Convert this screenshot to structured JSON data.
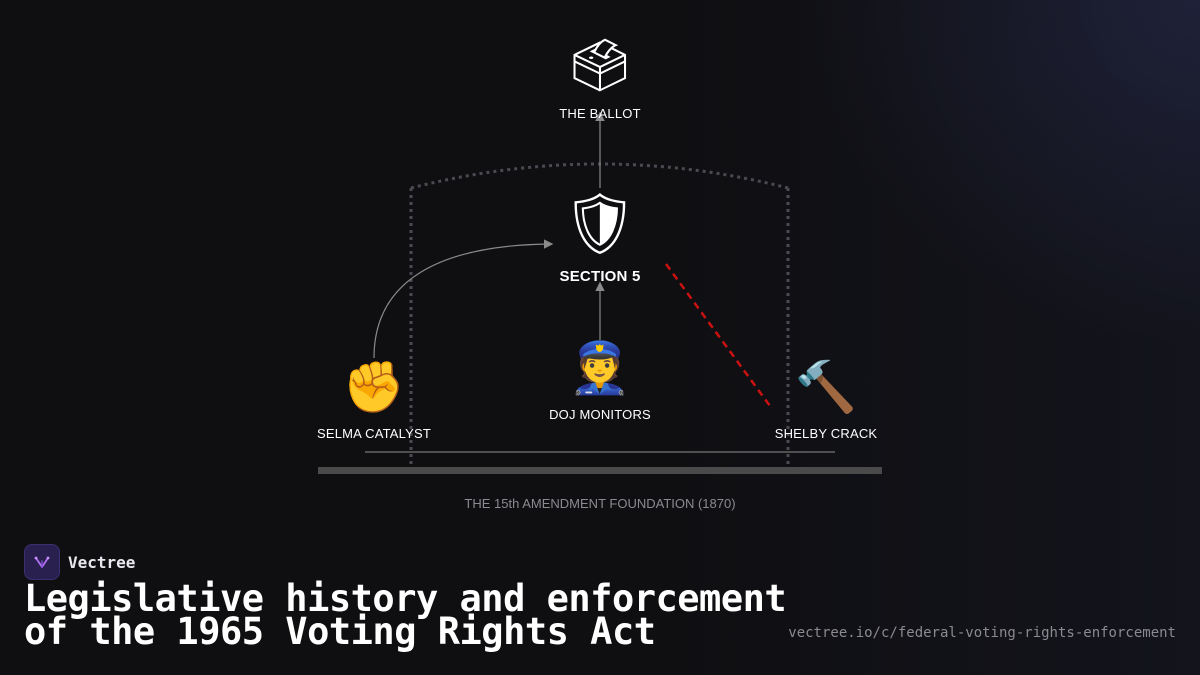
{
  "nodes": {
    "ballot": {
      "icon": "ballot-box-icon",
      "glyph": "🗳",
      "label": "THE BALLOT"
    },
    "section5": {
      "icon": "shield-icon",
      "glyph": "🛡",
      "label": "SECTION 5"
    },
    "doj": {
      "icon": "police-officer-icon",
      "glyph": "👮",
      "label": "DOJ MONITORS"
    },
    "selma": {
      "icon": "raised-fist-icon",
      "glyph": "✊",
      "label": "SELMA CATALYST"
    },
    "shelby": {
      "icon": "hammer-icon",
      "glyph": "🔨",
      "label": "SHELBY CRACK"
    }
  },
  "foundation": {
    "label": "THE 15th AMENDMENT FOUNDATION (1870)"
  },
  "brand": {
    "name": "Vectree",
    "icon": "vectree-logo-icon"
  },
  "title": {
    "line1": "Legislative history and enforcement",
    "line2": "of the 1965 Voting Rights Act"
  },
  "url": "vectree.io/c/federal-voting-rights-enforcement",
  "colors": {
    "background": "#0f0f12",
    "crack": "#cc1111",
    "arrow": "#8a8a8a",
    "dome": "#4a4a52",
    "foundation": "#4a4a4a"
  }
}
